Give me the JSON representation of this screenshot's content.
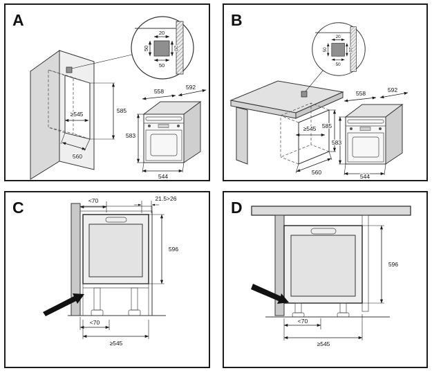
{
  "panels": {
    "a": {
      "label": "A",
      "dims": {
        "niche_depth": "≥545",
        "niche_width": "560",
        "niche_height": "585",
        "oven_top_width": "558",
        "oven_top_depth": "592",
        "oven_height": "583",
        "oven_bottom_width": "544"
      },
      "detail": {
        "gap_top": "20",
        "gap_side": "20",
        "cut_height": "50",
        "cut_width": "50"
      }
    },
    "b": {
      "label": "B",
      "dims": {
        "niche_depth": "≥545",
        "niche_width": "560",
        "niche_height": "585",
        "oven_top_width": "558",
        "oven_top_depth": "592",
        "oven_height": "583",
        "oven_bottom_width": "544"
      },
      "detail": {
        "gap_top": "20",
        "gap_side": "20",
        "cut_height": "50",
        "cut_width": "50"
      }
    },
    "c": {
      "label": "C",
      "dims": {
        "front_gap": "<70",
        "rear_gap": "21.5>26",
        "oven_height": "596",
        "plinth_recess": "<70",
        "min_depth": "≥545"
      }
    },
    "d": {
      "label": "D",
      "dims": {
        "oven_height": "596",
        "plinth_recess": "<70",
        "min_depth": "≥545"
      }
    }
  }
}
